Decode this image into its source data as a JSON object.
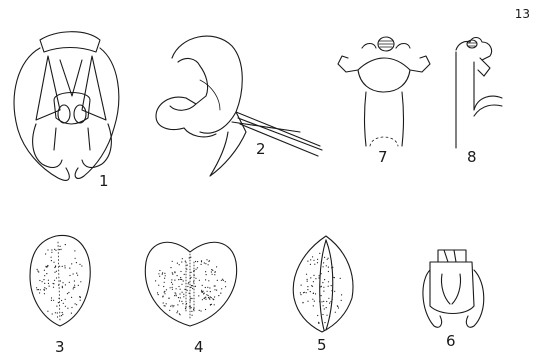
{
  "plate_number": "13",
  "figures": [
    {
      "id": "fig1",
      "label": "1"
    },
    {
      "id": "fig2",
      "label": "2"
    },
    {
      "id": "fig3",
      "label": "3"
    },
    {
      "id": "fig4",
      "label": "4"
    },
    {
      "id": "fig5",
      "label": "5"
    },
    {
      "id": "fig6",
      "label": "6"
    },
    {
      "id": "fig7",
      "label": "7"
    },
    {
      "id": "fig8",
      "label": "8"
    }
  ],
  "ink_color": "#1a1a1a"
}
